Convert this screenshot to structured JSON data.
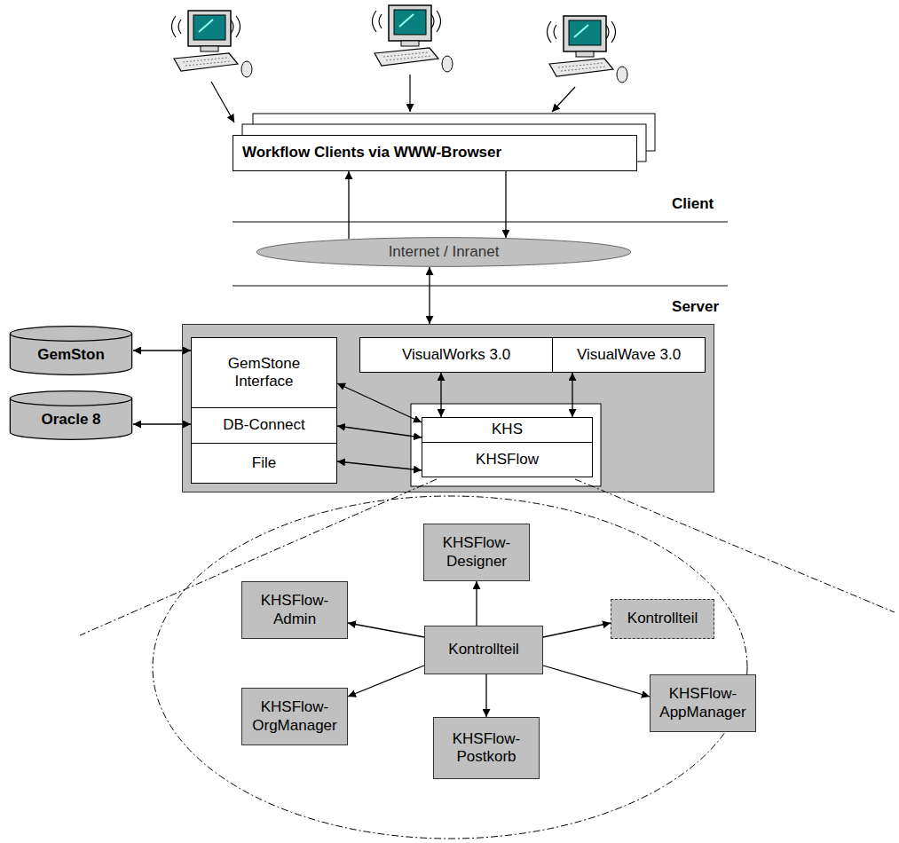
{
  "diagram": {
    "nodes": [
      {
        "text": [
          "Workflow Clients via WWW-Browser"
        ]
      },
      {
        "text": [
          "Internet / Inranet"
        ]
      },
      {
        "text": [
          "GemSton"
        ]
      },
      {
        "text": [
          "Oracle 8"
        ]
      },
      {
        "text": [
          "Server"
        ]
      },
      {
        "text": [
          "GemStone Interface"
        ],
        "in": 4
      },
      {
        "text": [
          "DB-Connect"
        ],
        "in": 4
      },
      {
        "text": [
          "File"
        ],
        "in": 4
      },
      {
        "text": [
          "VisualWorks 3.0"
        ],
        "in": 4
      },
      {
        "text": [
          "VisualWave 3.0"
        ],
        "in": 4
      },
      {
        "text": [
          "KHS"
        ],
        "in": 4
      },
      {
        "text": [
          "KHSFlow"
        ],
        "in": 4
      },
      {
        "text": [
          "KHSFlow-Designer"
        ]
      },
      {
        "text": [
          "KHSFlow-Admin"
        ]
      },
      {
        "text": [
          "Kontrollteil"
        ]
      },
      {
        "text": [
          "Kontrollteil"
        ]
      },
      {
        "text": [
          "KHSFlow-OrgManager"
        ]
      },
      {
        "text": [
          "KHSFlow-Postkorb"
        ]
      },
      {
        "text": [
          "KHSFlow-AppManager"
        ]
      }
    ],
    "edges": [
      {
        "from": 1,
        "to": 0,
        "arrow": "to"
      },
      {
        "from": 0,
        "to": 1,
        "arrow": "to"
      },
      {
        "from": 1,
        "to": 4,
        "arrow": "both"
      },
      {
        "from": 2,
        "to": 5,
        "arrow": "both"
      },
      {
        "from": 3,
        "to": 6,
        "arrow": "both"
      },
      {
        "from": 5,
        "to": 10,
        "arrow": "both"
      },
      {
        "from": 6,
        "to": 10,
        "arrow": "both"
      },
      {
        "from": 7,
        "to": 11,
        "arrow": "both"
      },
      {
        "from": 8,
        "to": 10,
        "arrow": "both"
      },
      {
        "from": 9,
        "to": 10,
        "arrow": "both"
      },
      {
        "from": 15,
        "to": 12,
        "arrow": "to"
      },
      {
        "from": 15,
        "to": 13,
        "arrow": "to"
      },
      {
        "from": 15,
        "to": 14,
        "arrow": "to"
      },
      {
        "from": 15,
        "to": 16,
        "arrow": "to"
      },
      {
        "from": 15,
        "to": 17,
        "arrow": "to"
      },
      {
        "from": 15,
        "to": 18,
        "arrow": "to"
      }
    ],
    "labels": [
      "Client"
    ]
  }
}
